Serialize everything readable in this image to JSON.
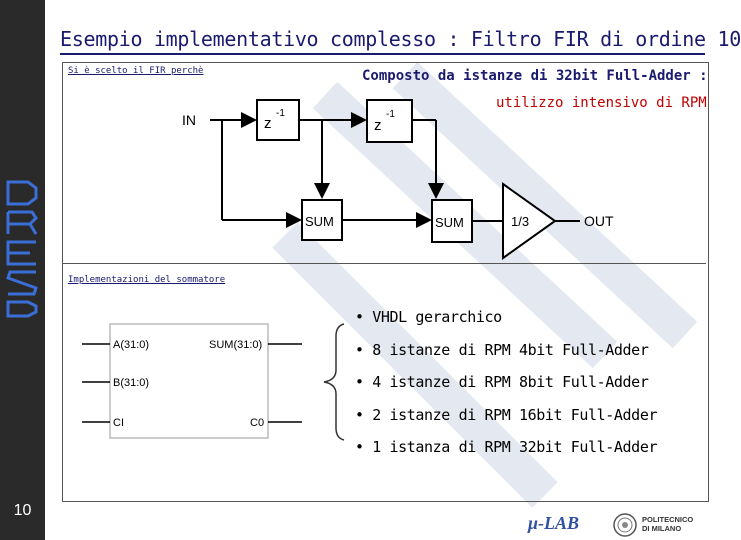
{
  "page_number": "10",
  "title": "Esempio implementativo complesso : Filtro FIR di ordine 10",
  "notes": {
    "fir_reason": "Si è scelto il FIR perchè",
    "adder_impl": "Implementazioni del sommatore"
  },
  "fir_info": {
    "line1": "Composto da istanze di 32bit Full-Adder :",
    "line2": "utilizzo intensivo di RPM"
  },
  "fir_diagram": {
    "input_label": "IN",
    "delay1": "z",
    "delay2": "z",
    "delay_exp": "-1",
    "sum1": "SUM",
    "sum2": "SUM",
    "gain": "1/3",
    "output_label": "OUT"
  },
  "adder_block": {
    "port_a": "A(31:0)",
    "port_b": "B(31:0)",
    "port_ci": "CI",
    "port_sum": "SUM(31:0)",
    "port_c0": "C0"
  },
  "bullets": [
    "• VHDL gerarchico",
    "• 8 istanze di RPM 4bit Full-Adder",
    "• 4 istanze di RPM 8bit Full-Adder",
    "• 2 istanze di RPM 16bit Full-Adder",
    "• 1 istanza di RPM 32bit Full-Adder"
  ],
  "sidebar_logo": "DRESD",
  "footer": {
    "lab_logo": "μ-LAB",
    "university_line1": "POLITECNICO",
    "university_line2": "DI MILANO"
  },
  "colors": {
    "title": "#1a1a6e",
    "highlight": "#c00000",
    "sidebar": "#2a2a2a"
  }
}
